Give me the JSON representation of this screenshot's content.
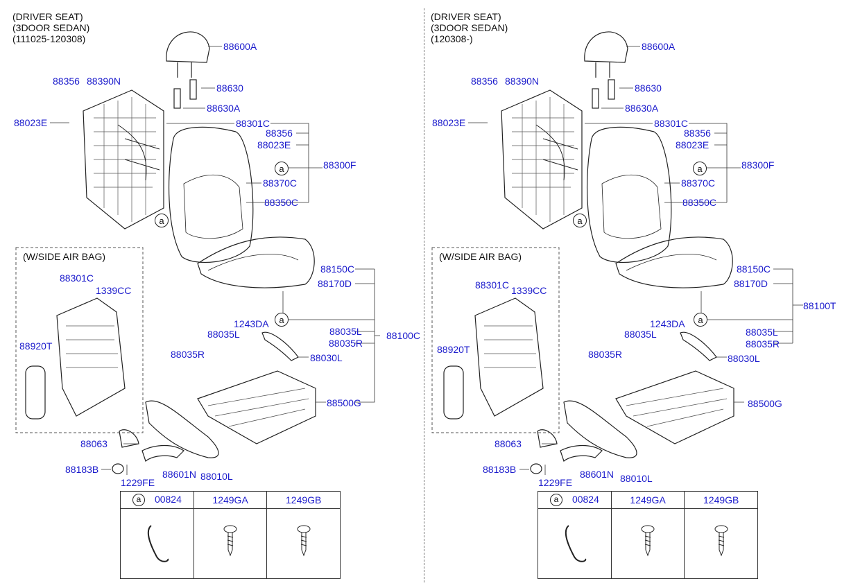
{
  "left": {
    "header": [
      "(DRIVER SEAT)",
      "(3DOOR SEDAN)",
      "(111025-120308)"
    ],
    "labels": {
      "p88600A": "88600A",
      "p88630": "88630",
      "p88630A": "88630A",
      "p88356a": "88356",
      "p88390N": "88390N",
      "p88023Ea": "88023E",
      "p88301C": "88301C",
      "p88356b": "88356",
      "p88023Eb": "88023E",
      "p88300F": "88300F",
      "p88370C": "88370C",
      "p88350C": "88350C",
      "p88150C": "88150C",
      "p88170D": "88170D",
      "p88035La": "88035L",
      "p88035Ra": "88035R",
      "p88100": "88100C",
      "p1243DA": "1243DA",
      "p88035Lb": "88035L",
      "p88030L": "88030L",
      "p88035Rb": "88035R",
      "p88500G": "88500G",
      "p88063": "88063",
      "p88183B": "88183B",
      "p1229FE": "1229FE",
      "p88601N": "88601N",
      "p88010L": "88010L",
      "sa88301C": "88301C",
      "sa1339CC": "1339CC",
      "sa88920T": "88920T"
    },
    "airbag_title": "(W/SIDE AIR BAG)",
    "circle": "a",
    "table": {
      "circle": "a",
      "cols": [
        "00824",
        "1249GA",
        "1249GB"
      ]
    }
  },
  "right": {
    "header": [
      "(DRIVER SEAT)",
      "(3DOOR SEDAN)",
      "(120308-)"
    ],
    "labels": {
      "p88600A": "88600A",
      "p88630": "88630",
      "p88630A": "88630A",
      "p88356a": "88356",
      "p88390N": "88390N",
      "p88023Ea": "88023E",
      "p88301C": "88301C",
      "p88356b": "88356",
      "p88023Eb": "88023E",
      "p88300F": "88300F",
      "p88370C": "88370C",
      "p88350C": "88350C",
      "p88150C": "88150C",
      "p88170D": "88170D",
      "p88035La": "88035L",
      "p88035Ra": "88035R",
      "p88100": "88100T",
      "p1243DA": "1243DA",
      "p88035Lb": "88035L",
      "p88030L": "88030L",
      "p88035Rb": "88035R",
      "p88500G": "88500G",
      "p88063": "88063",
      "p88183B": "88183B",
      "p1229FE": "1229FE",
      "p88601N": "88601N",
      "p88010L": "88010L",
      "sa88301C": "88301C",
      "sa1339CC": "1339CC",
      "sa88920T": "88920T"
    },
    "airbag_title": "(W/SIDE AIR BAG)",
    "circle": "a",
    "table": {
      "circle": "a",
      "cols": [
        "00824",
        "1249GA",
        "1249GB"
      ]
    }
  }
}
